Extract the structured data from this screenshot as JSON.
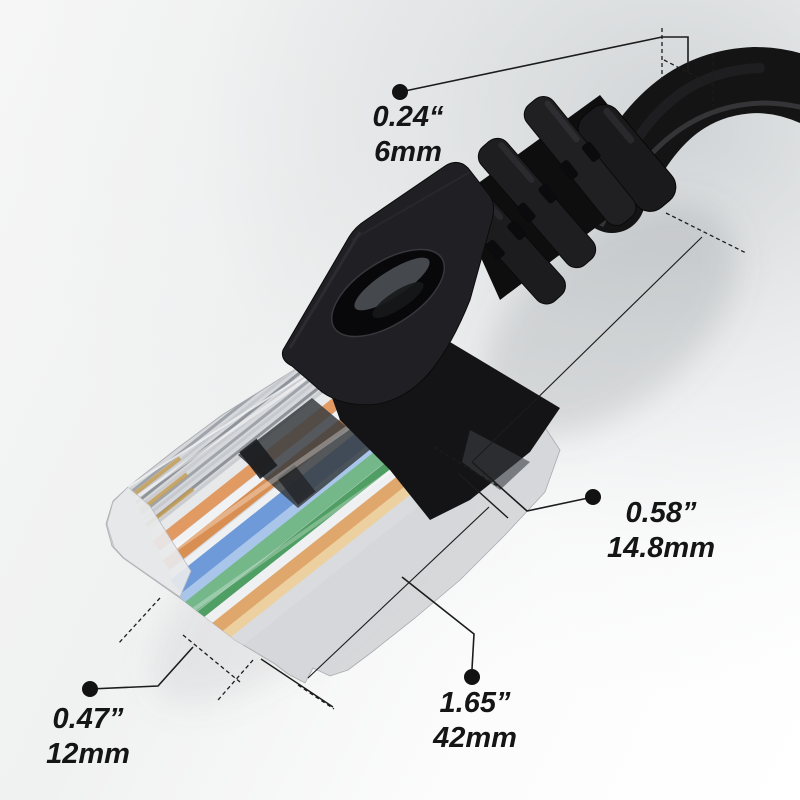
{
  "annotations": {
    "cable_diameter": {
      "inches": "0.24“",
      "metric": "6mm"
    },
    "connector_height": {
      "inches": "0.58”",
      "metric": "14.8mm"
    },
    "connector_length": {
      "inches": "1.65”",
      "metric": "42mm"
    },
    "connector_width": {
      "inches": "0.47”",
      "metric": "12mm"
    }
  },
  "colors": {
    "line": "#1c1c1c",
    "marker_dot": "#121212",
    "cable_black": "#141414",
    "wire_orange": "#e09a62",
    "wire_blue": "#6f9ad9",
    "wire_green": "#74b88a"
  }
}
